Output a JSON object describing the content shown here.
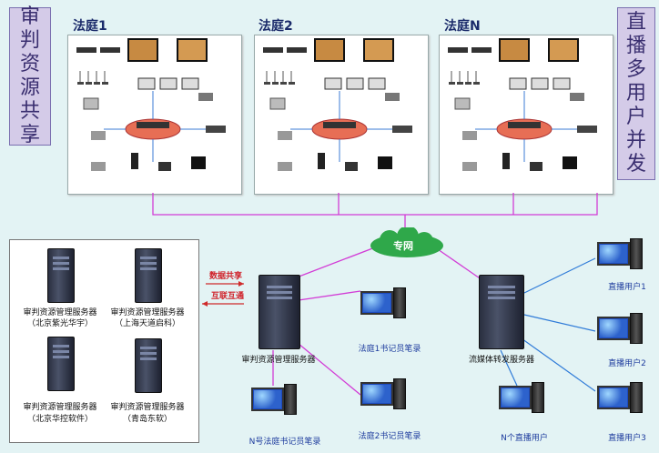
{
  "left_banner": [
    "审",
    "判",
    "资",
    "源",
    "共",
    "享"
  ],
  "right_banner": [
    "直",
    "播",
    "多",
    "用",
    "户",
    "并",
    "发"
  ],
  "courts": [
    {
      "title": "法庭1"
    },
    {
      "title": "法庭2"
    },
    {
      "title": "法庭N"
    }
  ],
  "servers": [
    {
      "name": "审判资源管理服务器",
      "sub": "（北京紫光华宇）"
    },
    {
      "name": "审判资源管理服务器",
      "sub": "（上海天道启科）"
    },
    {
      "name": "审判资源管理服务器",
      "sub": "（北京华控软件）"
    },
    {
      "name": "审判资源管理服务器",
      "sub": "（青岛东软）"
    }
  ],
  "data_share": "数据共享",
  "interconnect": "互联互通",
  "cloud_label": "专网",
  "main_server": "审判资源管理服务器",
  "stream_server": "流媒体转发服务器",
  "clerks": {
    "c1": "法庭1书记员笔录",
    "c2": "法庭2书记员笔录",
    "cn": "N号法庭书记员笔录"
  },
  "n_users": "N个直播用户",
  "live_users": [
    "直播用户1",
    "直播用户2",
    "直播用户3"
  ],
  "colors": {
    "line": "#d23cd6",
    "server_arrow": "#cf2a2a",
    "user_line": "#2f7bd8",
    "cloud": "#2fa84a"
  }
}
